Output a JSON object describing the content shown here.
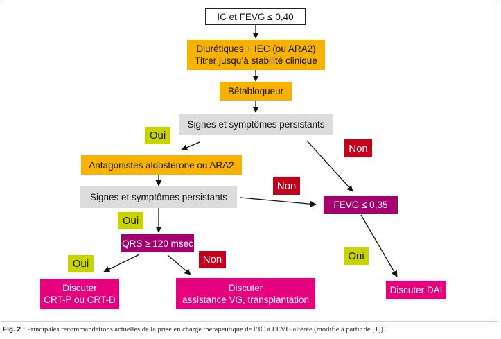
{
  "nodes": {
    "start": "IC et FEVG ≤ 0,40",
    "diuretiques": "Diurétiques + IEC (ou ARA2)\nTitrer jusqu’à stabilité clinique",
    "betabloqueur": "Bêtabloqueur",
    "signes1": "Signes et symptômes persistants",
    "antagonistes": "Antagonistes aldostérone ou ARA2",
    "signes2": "Signes et symptômes persistants",
    "fevg035": "FEVG ≤ 0,35",
    "qrs": "QRS ≥ 120 msec",
    "crt": "Discuter\nCRT-P ou CRT-D",
    "assistance": "Discuter\nassistance VG, transplantation",
    "dai": "Discuter DAI"
  },
  "labels": {
    "oui1": "Oui",
    "non1": "Non",
    "non2": "Non",
    "oui2": "Oui",
    "oui3": "Oui",
    "non3": "Non",
    "oui4": "Oui"
  },
  "caption": {
    "prefix": "Fig. 2 :",
    "text": " Principales recommandations actuelles de la prise en charge thérapeutique de l’IC à FEVG altérée (modifié à partir de [1])."
  },
  "colors": {
    "orange": "#f9b200",
    "grey": "#dcdcdc",
    "purple": "#a5006e",
    "pink": "#e6007e",
    "oui": "#c8d400",
    "non": "#c4001a"
  }
}
